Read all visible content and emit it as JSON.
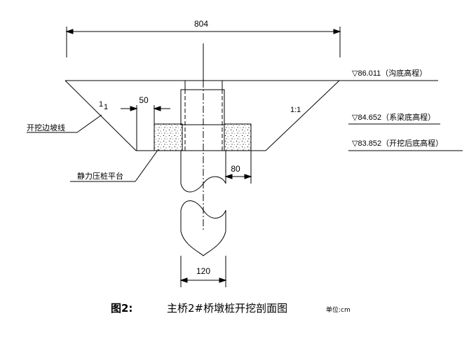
{
  "dimensions": {
    "top_width": "804",
    "wall_gap": "50",
    "cap_ext": "80",
    "pile_dia": "120"
  },
  "slopes": {
    "left": "1",
    "left_sub": "1",
    "right": "1:1"
  },
  "elevations": [
    {
      "symbol": "▽",
      "value": "86.011",
      "desc": "（沟底高程）"
    },
    {
      "symbol": "▽",
      "value": "84.652",
      "desc": "（系梁底高程）"
    },
    {
      "symbol": "▽",
      "value": "83.852",
      "desc": "（开挖后底高程）"
    }
  ],
  "labels": {
    "slope_line": "开挖边坡线",
    "platform": "静力压桩平台"
  },
  "caption": {
    "figure": "图2:",
    "title": "主桥2#桥墩桩开挖剖面图",
    "unit": "单位:cm"
  },
  "colors": {
    "line": "#000000",
    "background": "#ffffff"
  }
}
